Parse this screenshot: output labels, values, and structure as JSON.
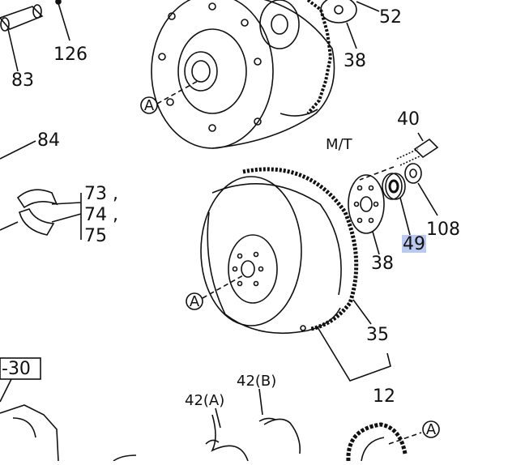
{
  "diagram": {
    "mt_label": "M/T",
    "refs": {
      "circle_a": "A"
    },
    "callouts": {
      "c126": "126",
      "c83": "83",
      "c52": "52",
      "c38_top": "38",
      "c84": "84",
      "c73": "73 ,",
      "c74": "74 ,",
      "c75": "75",
      "c40": "40",
      "c108": "108",
      "c49": "49",
      "c38_mid": "38",
      "c35": "35",
      "c12": "12",
      "c30": "-30",
      "c42a": "42(A)",
      "c42b": "42(B)"
    },
    "highlighted": "49",
    "highlight_color": "#b9c9ef",
    "line_color": "#111111"
  }
}
